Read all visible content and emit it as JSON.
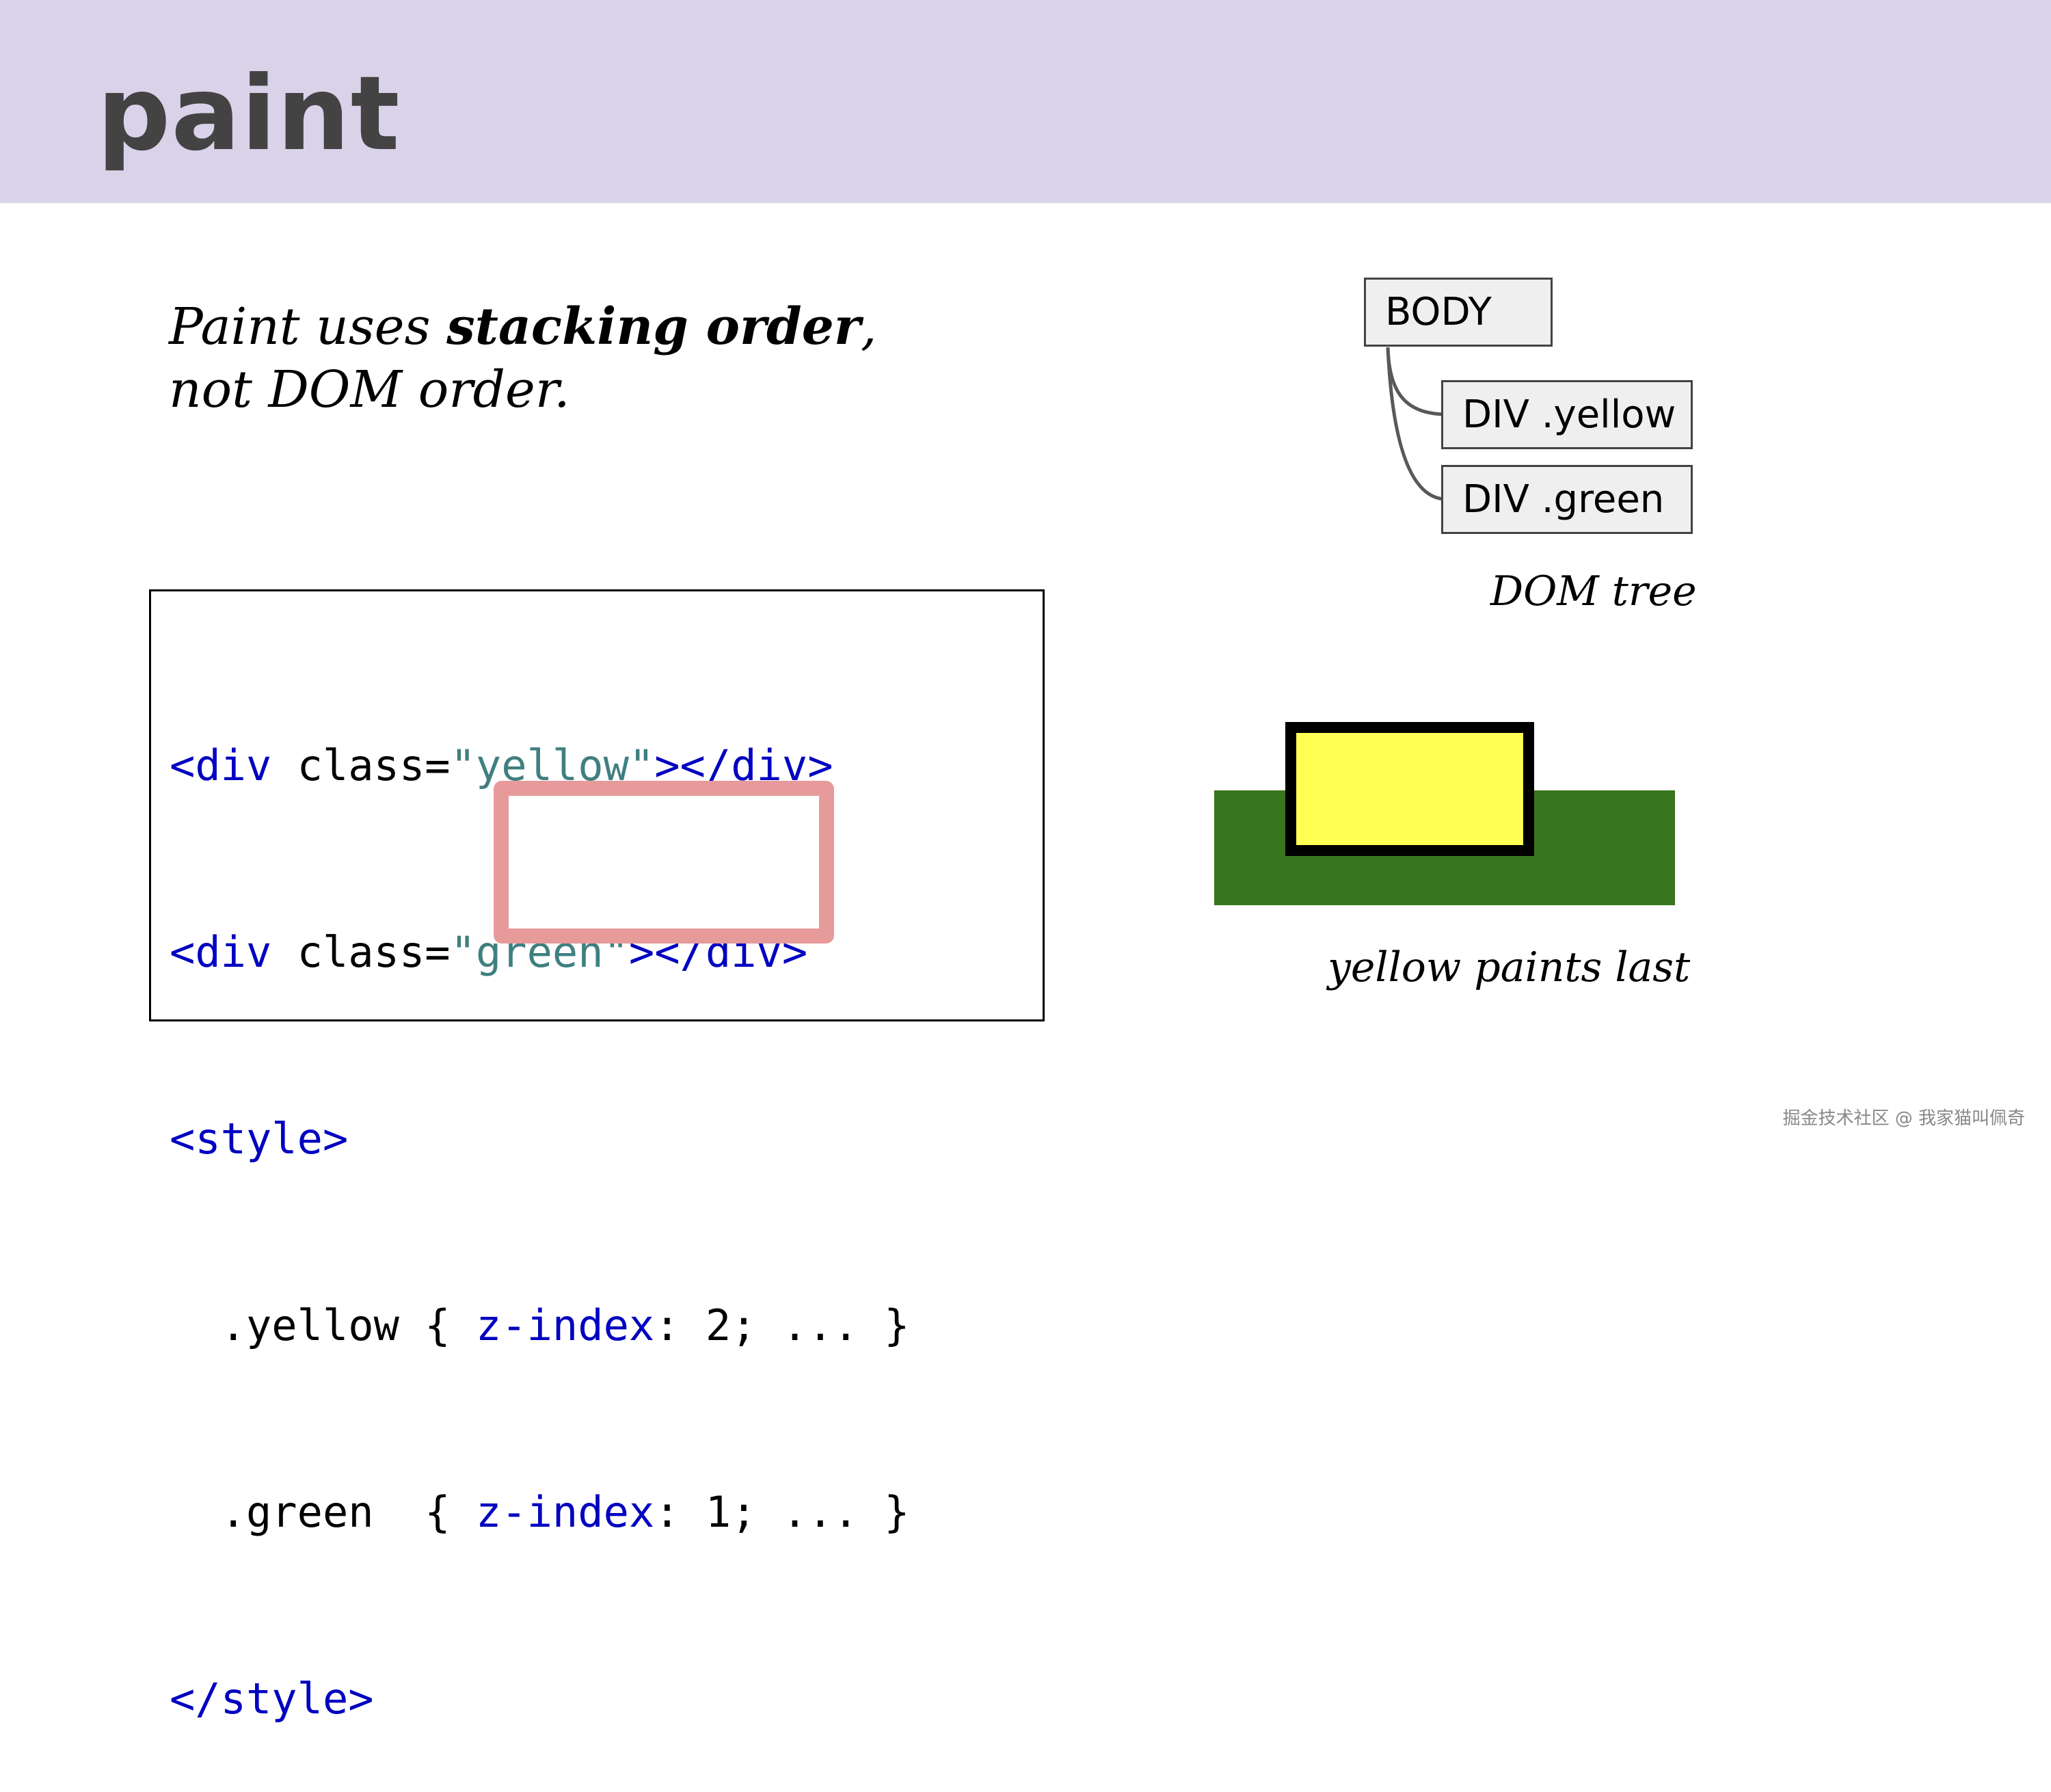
{
  "slide": {
    "title": "paint",
    "subtitle": {
      "line1_a": "Paint uses ",
      "line1_b": "stacking order",
      "line1_c": ",",
      "line2": "not DOM order."
    }
  },
  "code": {
    "l1_open": "<div",
    "l1_attr": " class=",
    "l1_val": "\"yellow\"",
    "l1_close": "></div>",
    "l2_open": "<div",
    "l2_attr": " class=",
    "l2_val": "\"green\"",
    "l2_close": "></div>",
    "l3": "<style>",
    "l4_sel": "  .yellow { ",
    "l4_prop": "z-index",
    "l4_rest": ": 2; ... }",
    "l5_sel": "  .green  { ",
    "l5_prop": "z-index",
    "l5_rest": ": 1; ... }",
    "l6": "</style>"
  },
  "dom_tree": {
    "nodes": [
      "BODY",
      "DIV .yellow",
      "DIV .green"
    ],
    "caption": "DOM tree"
  },
  "render": {
    "caption": "yellow paints last",
    "colors": {
      "green": "#38761d",
      "yellow": "#ffff54",
      "highlight": "#e69a9a"
    }
  },
  "watermark": "掘金技术社区 @ 我家猫叫佩奇"
}
